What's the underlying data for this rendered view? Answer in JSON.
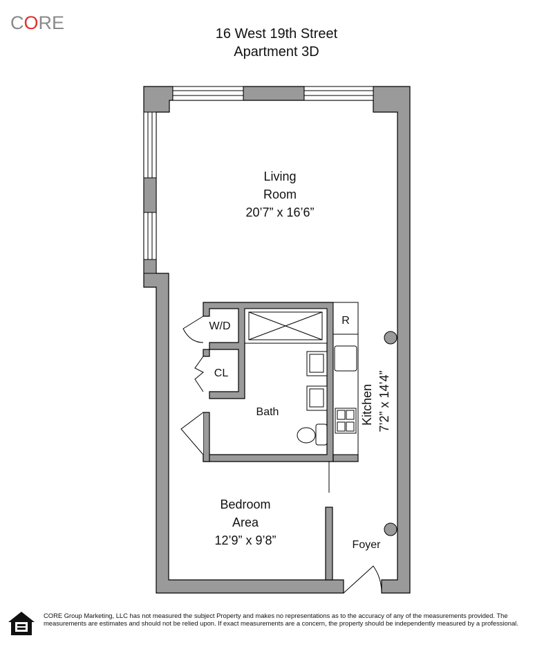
{
  "logo": {
    "text_pre": "C",
    "text_o": "O",
    "text_post": "RE"
  },
  "header": {
    "address": "16 West 19th Street",
    "unit": "Apartment 3D"
  },
  "rooms": {
    "living": {
      "line1": "Living",
      "line2": "Room",
      "dims": "20’7” x 16’6”"
    },
    "bedroom": {
      "line1": "Bedroom",
      "line2": "Area",
      "dims": "12’9” x 9’8”"
    },
    "kitchen": {
      "name": "Kitchen",
      "dims": "7’2” x 14’4”"
    },
    "bath": {
      "name": "Bath"
    },
    "wd": {
      "name": "W/D"
    },
    "closet": {
      "name": "CL"
    },
    "fridge": {
      "name": "R"
    },
    "foyer": {
      "name": "Foyer"
    }
  },
  "colors": {
    "wall": "#9a9a9a",
    "logo_gray": "#8a8a8a",
    "logo_accent": "#e0312f"
  },
  "footer": {
    "icon": "equal-housing-opportunity-icon",
    "disclaimer": "CORE Group Marketing, LLC has not measured the subject Property and makes no representations as to the accuracy of any of the measurements provided. The measurements are estimates and should not be relied upon. If exact measurements are a concern, the property should be independently measured by a professional."
  }
}
